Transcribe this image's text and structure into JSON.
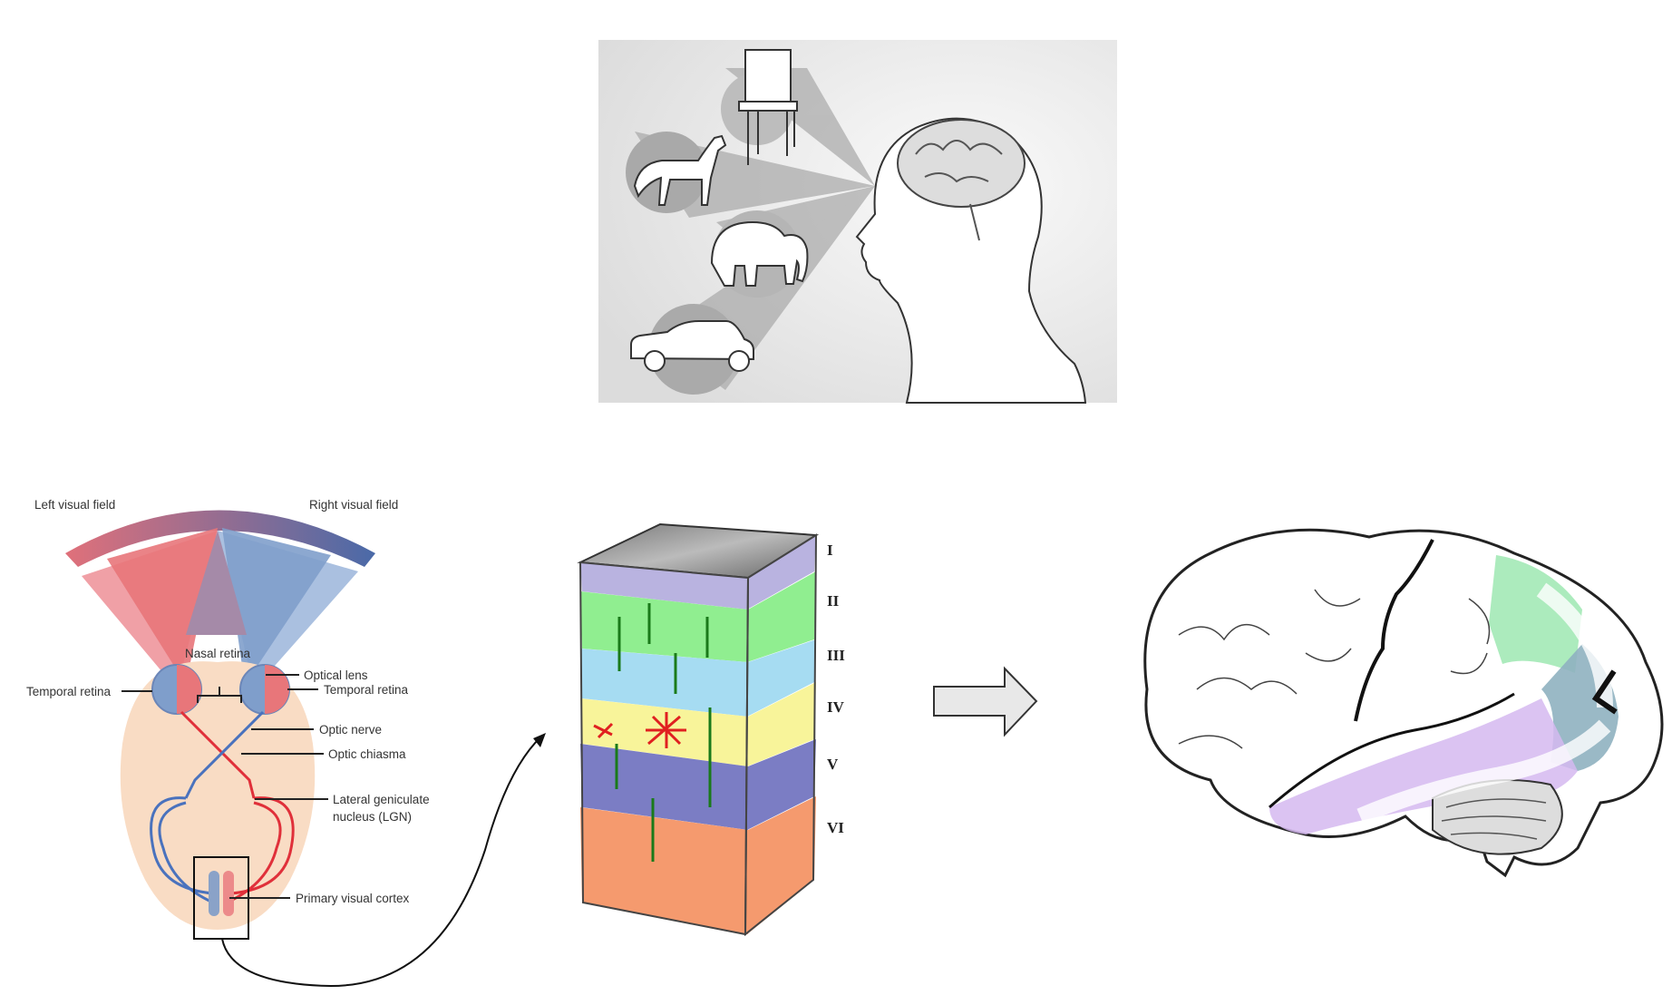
{
  "visual_pathway": {
    "labels": {
      "left_visual_field": "Left visual field",
      "right_visual_field": "Right visual field",
      "nasal_retina": "Nasal retina",
      "temporal_retina_left": "Temporal retina",
      "optical_lens": "Optical lens",
      "temporal_retina_right": "Temporal retina",
      "optic_nerve": "Optic nerve",
      "optic_chiasma": "Optic chiasma",
      "lgn_line1": "Lateral geniculate",
      "lgn_line2": "nucleus (LGN)",
      "primary_visual_cortex": "Primary visual cortex"
    },
    "colors": {
      "left_field": "#e8767a",
      "right_field": "#7f9ecb",
      "brain": "#f9dcc4"
    }
  },
  "cortex_layers": {
    "layers": [
      "I",
      "II",
      "III",
      "IV",
      "V",
      "VI"
    ],
    "colors": [
      "#b9b3e0",
      "#90ee90",
      "#a6dcf2",
      "#f8f49a",
      "#7b7dc4",
      "#f59a6e"
    ]
  },
  "top_panel": {
    "objects": [
      "chair",
      "dog",
      "elephant",
      "car"
    ]
  }
}
